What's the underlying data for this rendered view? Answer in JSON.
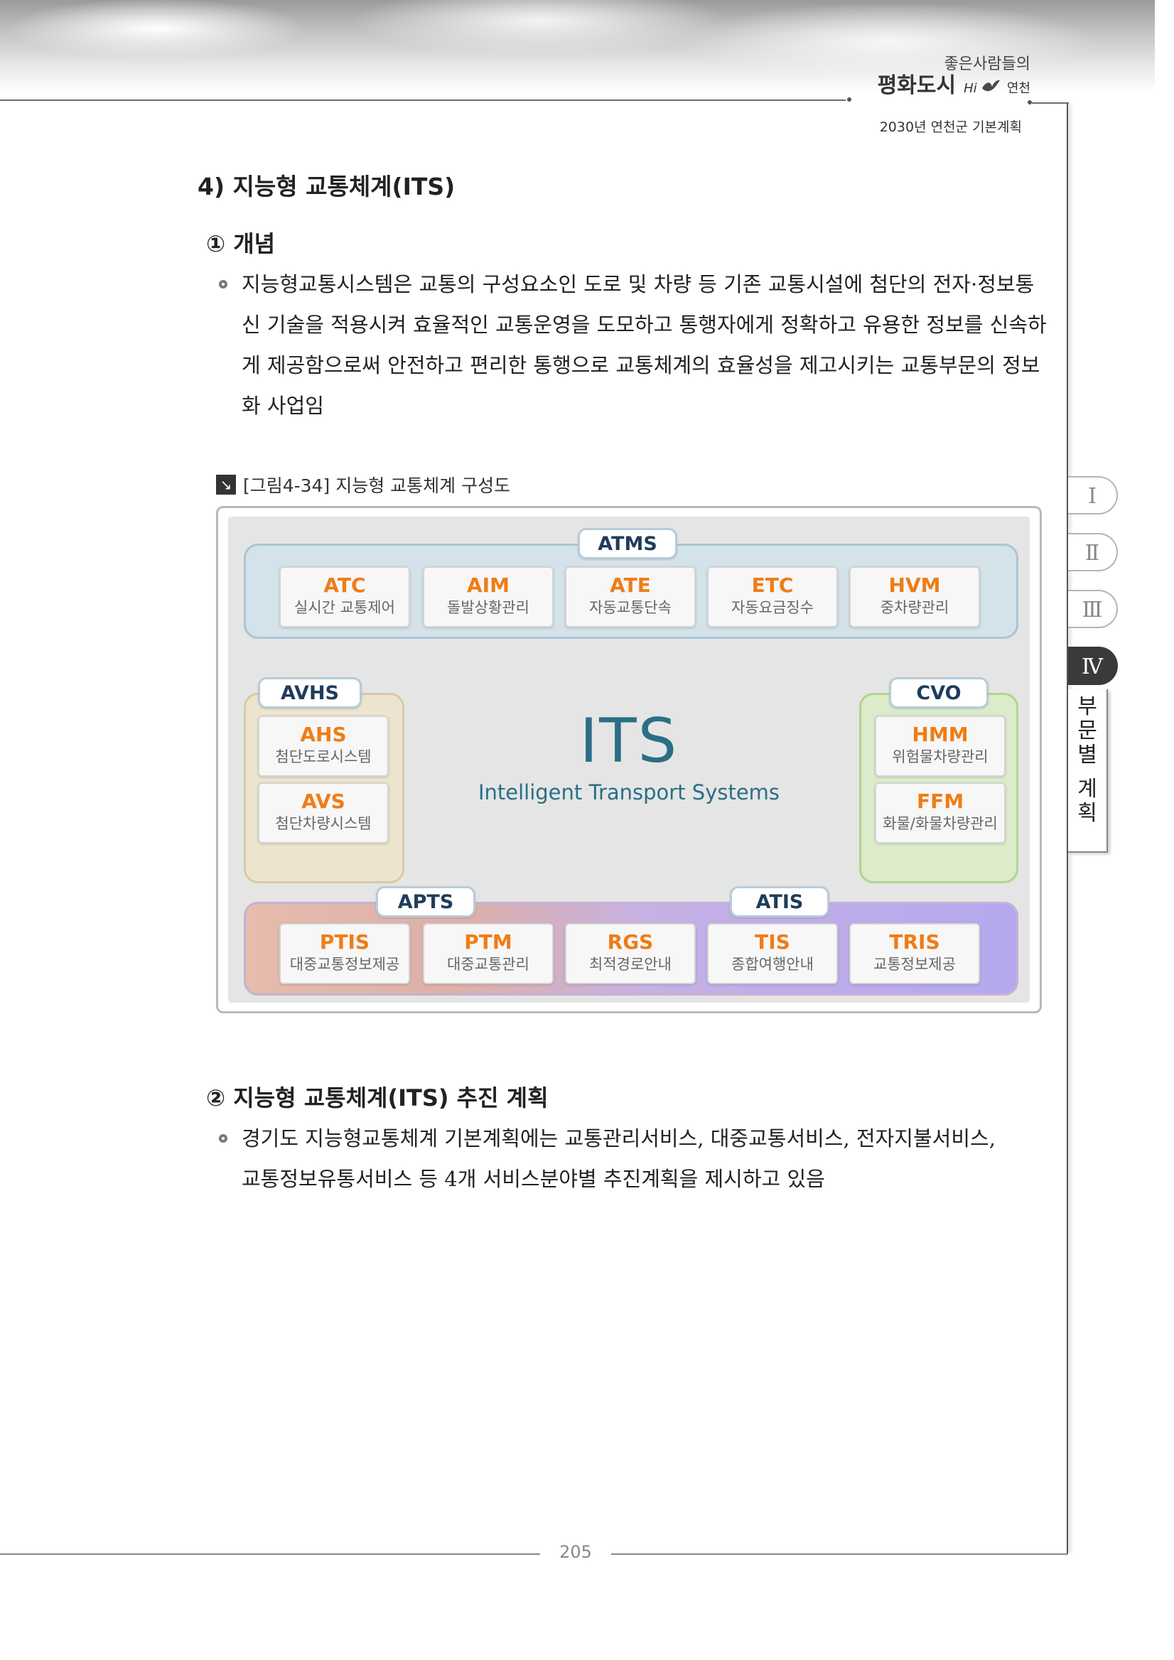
{
  "header": {
    "slogan": "좋은사람들의",
    "city": "평화도시",
    "hi": "Hi",
    "place": "연천",
    "plan_title": "2030년 연천군 기본계획"
  },
  "chapter_tabs": [
    {
      "label": "Ⅰ",
      "active": false
    },
    {
      "label": "Ⅱ",
      "active": false
    },
    {
      "label": "Ⅲ",
      "active": false
    },
    {
      "label": "Ⅳ",
      "active": true
    }
  ],
  "section_tab": {
    "chars": [
      "부",
      "문",
      "별",
      "계",
      "획"
    ]
  },
  "content": {
    "heading": "4) 지능형 교통체계(ITS)",
    "sub1": "① 개념",
    "para1": "지능형교통시스템은 교통의 구성요소인 도로 및 차량 등 기존 교통시설에 첨단의 전자·정보통신 기술을 적용시켜 효율적인 교통운영을 도모하고 통행자에게 정확하고 유용한 정보를 신속하게 제공함으로써 안전하고 편리한 통행으로 교통체계의 효율성을 제고시키는 교통부문의 정보화 사업임",
    "figure_caption": "[그림4-34] 지능형 교통체계 구성도",
    "sub2": "② 지능형 교통체계(ITS) 추진 계획",
    "para2": "경기도 지능형교통체계 기본계획에는 교통관리서비스, 대중교통서비스, 전자지불서비스, 교통정보유통서비스 등 4개 서비스분야별 추진계획을 제시하고 있음"
  },
  "diagram": {
    "center_title": "ITS",
    "center_subtitle": "Intelligent Transport Systems",
    "atms": {
      "label": "ATMS",
      "items": [
        {
          "code": "ATC",
          "desc": "실시간 교통제어"
        },
        {
          "code": "AIM",
          "desc": "돌발상황관리"
        },
        {
          "code": "ATE",
          "desc": "자동교통단속"
        },
        {
          "code": "ETC",
          "desc": "자동요금징수"
        },
        {
          "code": "HVM",
          "desc": "중차량관리"
        }
      ]
    },
    "avhs": {
      "label": "AVHS",
      "items": [
        {
          "code": "AHS",
          "desc": "첨단도로시스템"
        },
        {
          "code": "AVS",
          "desc": "첨단차량시스템"
        }
      ]
    },
    "cvo": {
      "label": "CVO",
      "items": [
        {
          "code": "HMM",
          "desc": "위험물차량관리"
        },
        {
          "code": "FFM",
          "desc": "화물/화물차량관리"
        }
      ]
    },
    "apts": {
      "label": "APTS",
      "items": [
        {
          "code": "PTIS",
          "desc": "대중교통정보제공"
        },
        {
          "code": "PTM",
          "desc": "대중교통관리"
        }
      ]
    },
    "atis": {
      "label": "ATIS",
      "items": [
        {
          "code": "RGS",
          "desc": "최적경로안내"
        },
        {
          "code": "TIS",
          "desc": "종합여행안내"
        },
        {
          "code": "TRIS",
          "desc": "교통정보제공"
        }
      ]
    }
  },
  "footer": {
    "page_number": "205"
  }
}
